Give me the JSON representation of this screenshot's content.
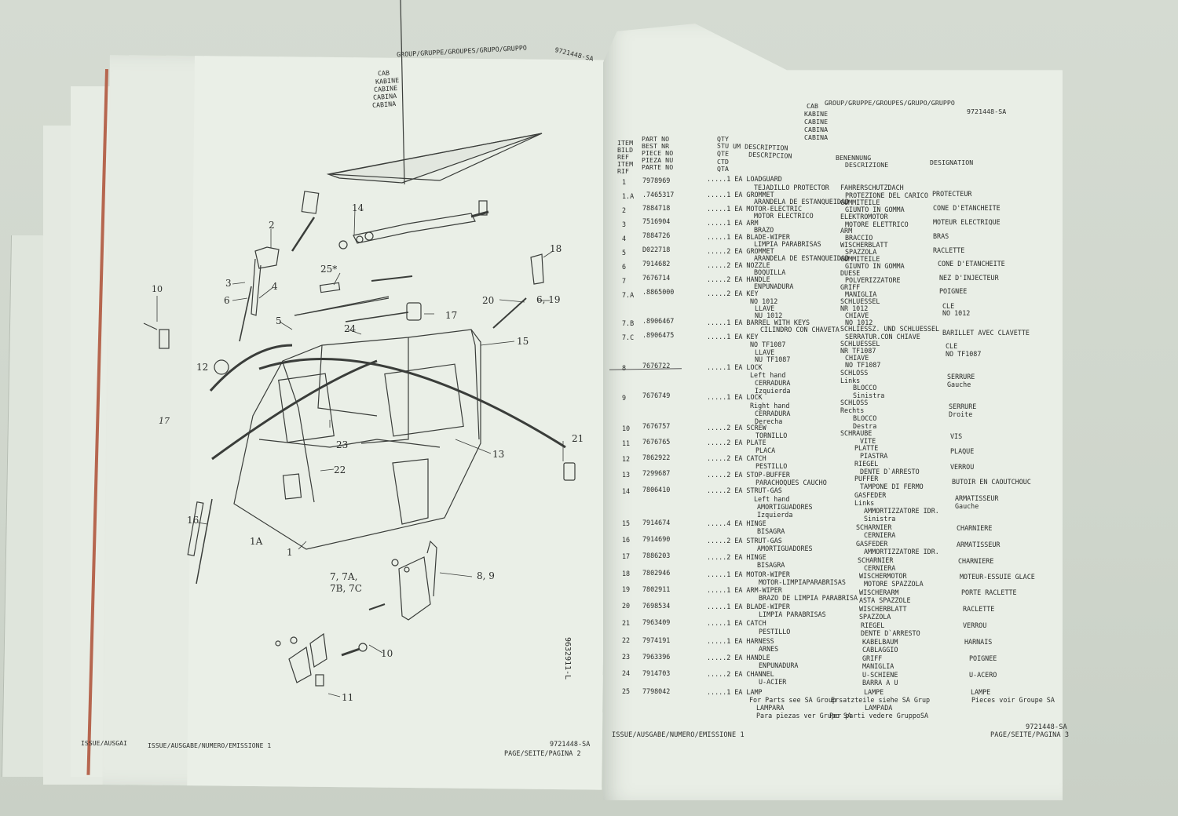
{
  "left_page": {
    "header": {
      "group_label": "GROUP/GRUPPE/GROUPES/GRUPO/GRUPPO",
      "doc_number": "9721448-SA",
      "group_names": [
        "CAB",
        "KABINE",
        "CABINE",
        "CABINA",
        "CABINA"
      ]
    },
    "diagram": {
      "drawing_number": "9632911-L",
      "callouts": [
        "1",
        "1A",
        "2",
        "3",
        "4",
        "5",
        "6",
        "6, 19",
        "7, 7A,",
        "7B, 7C",
        "8, 9",
        "10",
        "10",
        "11",
        "12",
        "13",
        "14",
        "15",
        "16",
        "17",
        "18",
        "20",
        "21",
        "22",
        "23",
        "24",
        "25*",
        "17"
      ]
    },
    "footer": {
      "issue_label": "ISSUE/AUSGABE/NUMERO/EMISSIONE 1",
      "issue_label_truncated": "ISSUE/AUSGAI",
      "doc_number": "9721448-SA",
      "page_label": "PAGE/SEITE/PAGINA 2"
    }
  },
  "right_page": {
    "header": {
      "group_label": "GROUP/GRUPPE/GROUPES/GRUPO/GRUPPO",
      "doc_number": "9721448-SA",
      "group_names": [
        "CAB",
        "KABINE",
        "CABINE",
        "CABINA",
        "CABINA"
      ]
    },
    "columns": {
      "item": [
        "ITEM",
        "BILD",
        "REF",
        "ITEM",
        "RIF"
      ],
      "part_no": [
        "PART NO",
        "BEST NR",
        "PIECE NO",
        "PIEZA NU",
        "PARTE NO"
      ],
      "qty": [
        "QTY",
        "STU UM DESCRIPTION",
        "QTE     DESCRIPCION",
        "CTD",
        "QTA"
      ],
      "benennung": "BENENNUNG",
      "descrizione": "DESCRIZIONE",
      "designation": "DESIGNATION"
    },
    "rows": [
      {
        "item": "1",
        "part": "7978969",
        "qty_desc": ".....1 EA LOADGUARD",
        "es": "TEJADILLO PROTECTOR",
        "de": "FAHRERSCHUTZDACH",
        "it": "PROTEZIONE DEL CARICO",
        "fr": "PROTECTEUR"
      },
      {
        "item": "1.A",
        "part": ".7465317",
        "qty_desc": ".....1 EA GROMMET",
        "es": "ARANDELA DE ESTANQUEIDAD",
        "de": "GUMMITEILE",
        "it": "GIUNTO IN GOMMA",
        "fr": "CONE D'ETANCHEITE"
      },
      {
        "item": "2",
        "part": "7884718",
        "qty_desc": ".....1 EA MOTOR-ELECTRIC",
        "es": "MOTOR ELECTRICO",
        "de": "ELEKTROMOTOR",
        "it": "MOTORE ELETTRICO",
        "fr": "MOTEUR ELECTRIQUE"
      },
      {
        "item": "3",
        "part": "7516904",
        "qty_desc": ".....1 EA ARM",
        "es": "BRAZO",
        "de": "ARM",
        "it": "BRACCIO",
        "fr": "BRAS"
      },
      {
        "item": "4",
        "part": "7884726",
        "qty_desc": ".....1 EA BLADE-WIPER",
        "es": "LIMPIA PARABRISAS",
        "de": "WISCHERBLATT",
        "it": "SPAZZOLA",
        "fr": "RACLETTE"
      },
      {
        "item": "5",
        "part": "D022718",
        "qty_desc": ".....2 EA GROMMET",
        "es": "ARANDELA DE ESTANQUEIDAD",
        "de": "GUMMITEILE",
        "it": "GIUNTO IN GOMMA",
        "fr": "CONE D'ETANCHEITE"
      },
      {
        "item": "6",
        "part": "7914682",
        "qty_desc": ".....2 EA NOZZLE",
        "es": "BOQUILLA",
        "de": "DUESE",
        "it": "POLVERIZZATORE",
        "fr": "NEZ D'INJECTEUR"
      },
      {
        "item": "7",
        "part": "7676714",
        "qty_desc": ".....2 EA HANDLE",
        "es": "ENPUNADURA",
        "de": "GRIFF",
        "it": "MANIGLIA",
        "fr": "POIGNEE"
      },
      {
        "item": "7.A",
        "part": ".8865000",
        "qty_desc": ".....2 EA KEY",
        "sub": "NO 1012",
        "es": "LLAVE",
        "es2": "NU 1012",
        "de": "SCHLUESSEL",
        "de2": "NR 1012",
        "it": "CHIAVE",
        "it2": "NO 1012",
        "fr": "CLE",
        "fr2": "NO 1012"
      },
      {
        "item": "7.B",
        "part": ".8906467",
        "qty_desc": ".....1 EA BARREL WITH KEYS",
        "es": "CILINDRO CON CHAVETA",
        "de": "SCHLIESSZ. UND SCHLUESSEL",
        "it": "SERRATUR.CON CHIAVE",
        "fr": "BARILLET AVEC CLAVETTE"
      },
      {
        "item": "7.C",
        "part": ".8906475",
        "qty_desc": ".....1 EA KEY",
        "sub": "NO TF1087",
        "es": "LLAVE",
        "es2": "NU TF1087",
        "de": "SCHLUESSEL",
        "de2": "NR TF1087",
        "it": "CHIAVE",
        "it2": "NO TF1087",
        "fr": "CLE",
        "fr2": "NO TF1087"
      },
      {
        "item": "8",
        "part": "7676722",
        "qty_desc": ".....1 EA LOCK",
        "sub": "Left hand",
        "es": "CERRADURA",
        "es2": "Izquierda",
        "de": "SCHLOSS",
        "de2": "Links",
        "it": "BLOCCO",
        "it2": "Sinistra",
        "fr": "SERRURE",
        "fr2": "Gauche"
      },
      {
        "item": "9",
        "part": "7676749",
        "qty_desc": ".....1 EA LOCK",
        "sub": "Right hand",
        "es": "CERRADURA",
        "es2": "Derecha",
        "de": "SCHLOSS",
        "de2": "Rechts",
        "it": "BLOCCO",
        "it2": "Destra",
        "fr": "SERRURE",
        "fr2": "Droite"
      },
      {
        "item": "10",
        "part": "7676757",
        "qty_desc": ".....2 EA SCREW",
        "es": "TORNILLO",
        "de": "SCHRAUBE",
        "it": "VITE",
        "fr": "VIS"
      },
      {
        "item": "11",
        "part": "7676765",
        "qty_desc": ".....2 EA PLATE",
        "es": "PLACA",
        "de": "PLATTE",
        "it": "PIASTRA",
        "fr": "PLAQUE"
      },
      {
        "item": "12",
        "part": "7862922",
        "qty_desc": ".....2 EA CATCH",
        "es": "PESTILLO",
        "de": "RIEGEL",
        "it": "DENTE D`ARRESTO",
        "fr": "VERROU"
      },
      {
        "item": "13",
        "part": "7299687",
        "qty_desc": ".....2 EA STOP-BUFFER",
        "es": "PARACHOQUES CAUCHO",
        "de": "PUFFER",
        "it": "TAMPONE DI FERMO",
        "fr": "BUTOIR EN CAOUTCHOUC"
      },
      {
        "item": "14",
        "part": "7806410",
        "qty_desc": ".....2 EA STRUT-GAS",
        "sub": "Left hand",
        "es": "AMORTIGUADORES",
        "es2": "Izquierda",
        "de": "GASFEDER",
        "de2": "Links",
        "it": "AMMORTIZZATORE IDR.",
        "it2": "Sinistra",
        "fr": "ARMATISSEUR",
        "fr2": "Gauche"
      },
      {
        "item": "15",
        "part": "7914674",
        "qty_desc": ".....4 EA HINGE",
        "es": "BISAGRA",
        "de": "SCHARNIER",
        "it": "CERNIERA",
        "fr": "CHARNIERE"
      },
      {
        "item": "16",
        "part": "7914690",
        "qty_desc": ".....2 EA STRUT-GAS",
        "es": "AMORTIGUADORES",
        "de": "GASFEDER",
        "it": "AMMORTIZZATORE IDR.",
        "fr": "ARMATISSEUR"
      },
      {
        "item": "17",
        "part": "7886203",
        "qty_desc": ".....2 EA HINGE",
        "es": "BISAGRA",
        "de": "SCHARNIER",
        "it": "CERNIERA",
        "fr": "CHARNIERE"
      },
      {
        "item": "18",
        "part": "7802946",
        "qty_desc": ".....1 EA MOTOR-WIPER",
        "es": "MOTOR-LIMPIAPARABRISAS",
        "de": "WISCHERMOTOR",
        "it": "MOTORE SPAZZOLA",
        "fr": "MOTEUR-ESSUIE GLACE"
      },
      {
        "item": "19",
        "part": "7802911",
        "qty_desc": ".....1 EA ARM-WIPER",
        "es": "BRAZO DE LIMPIA PARABRISA",
        "de": "WISCHERARM",
        "it": "ASTA SPAZZOLE",
        "fr": "PORTE RACLETTE"
      },
      {
        "item": "20",
        "part": "7698534",
        "qty_desc": ".....1 EA BLADE-WIPER",
        "es": "LIMPIA PARABRISAS",
        "de": "WISCHERBLATT",
        "it": "SPAZZOLA",
        "fr": "RACLETTE"
      },
      {
        "item": "21",
        "part": "7963409",
        "qty_desc": ".....1 EA CATCH",
        "es": "PESTILLO",
        "de": "RIEGEL",
        "it": "DENTE D`ARRESTO",
        "fr": "VERROU"
      },
      {
        "item": "22",
        "part": "7974191",
        "qty_desc": ".....1 EA HARNESS",
        "es": "ARNES",
        "de": "KABELBAUM",
        "it": "CABLAGGIO",
        "fr": "HARNAIS"
      },
      {
        "item": "23",
        "part": "7963396",
        "qty_desc": ".....2 EA HANDLE",
        "es": "ENPUNADURA",
        "de": "GRIFF",
        "it": "MANIGLIA",
        "fr": "POIGNEE"
      },
      {
        "item": "24",
        "part": "7914703",
        "qty_desc": ".....2 EA CHANNEL",
        "es": "U-ACIER",
        "de": "U-SCHIENE",
        "it": "BARRA A U",
        "fr": "U-ACERO"
      },
      {
        "item": "25",
        "part": "7798042",
        "qty_desc": ".....1 EA LAMP",
        "sub": "For Parts see SA Group",
        "es": "LAMPARA",
        "es2": "Para piezas ver Grupo SA",
        "de": "LAMPE",
        "de2": "Ersatzteile siehe SA Grup",
        "it": "LAMPADA",
        "it2": "Per parti vedere GruppoSA",
        "fr": "LAMPE",
        "fr2": "Pieces voir Groupe SA"
      }
    ],
    "footer": {
      "issue_label": "ISSUE/AUSGABE/NUMERO/EMISSIONE 1",
      "doc_number": "9721448-SA",
      "page_label": "PAGE/SEITE/PAGINA 3"
    }
  },
  "colors": {
    "paper": "#e9eee6",
    "background": "#d3d9d0",
    "ink": "#2a2c2a",
    "red_edge": "#b6664f"
  }
}
